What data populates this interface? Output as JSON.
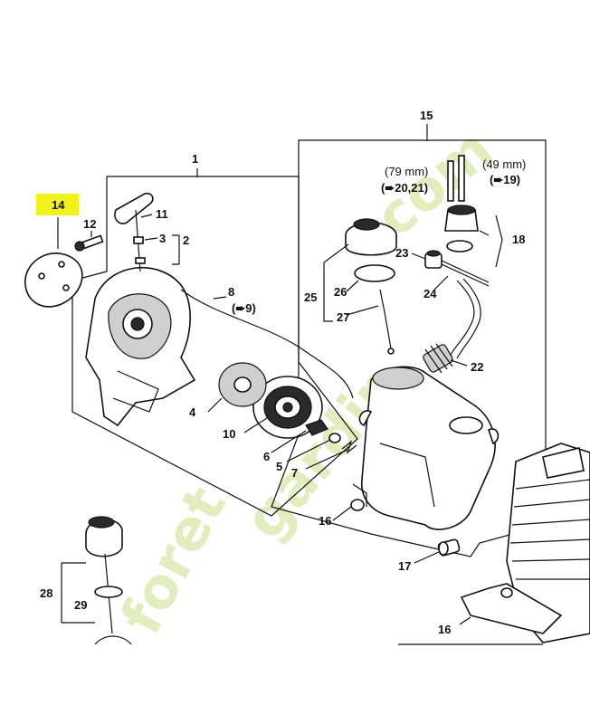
{
  "labels": {
    "l1": "1",
    "l2": "2",
    "l3": "3",
    "l4": "4",
    "l5": "5",
    "l6": "6",
    "l7": "7",
    "l8": "8",
    "l8ref": "(➨9)",
    "l10": "10",
    "l11": "11",
    "l12": "12",
    "l14": "14",
    "l15": "15",
    "l16a": "16",
    "l16b": "16",
    "l17": "17",
    "l18": "18",
    "l22": "22",
    "l23": "23",
    "l24": "24",
    "l25": "25",
    "l26": "26",
    "l27": "27",
    "l28": "28",
    "l29": "29",
    "dim79": "(79 mm)",
    "ref79": "(➨20,21)",
    "dim49": "(49 mm)",
    "ref49": "(➨19)"
  },
  "watermark": "foretgardin.com",
  "colors": {
    "highlight": "#f0f21a",
    "watermark_green": "#c8e07a",
    "watermark_orange": "#f5c98a",
    "ink": "#111111"
  }
}
